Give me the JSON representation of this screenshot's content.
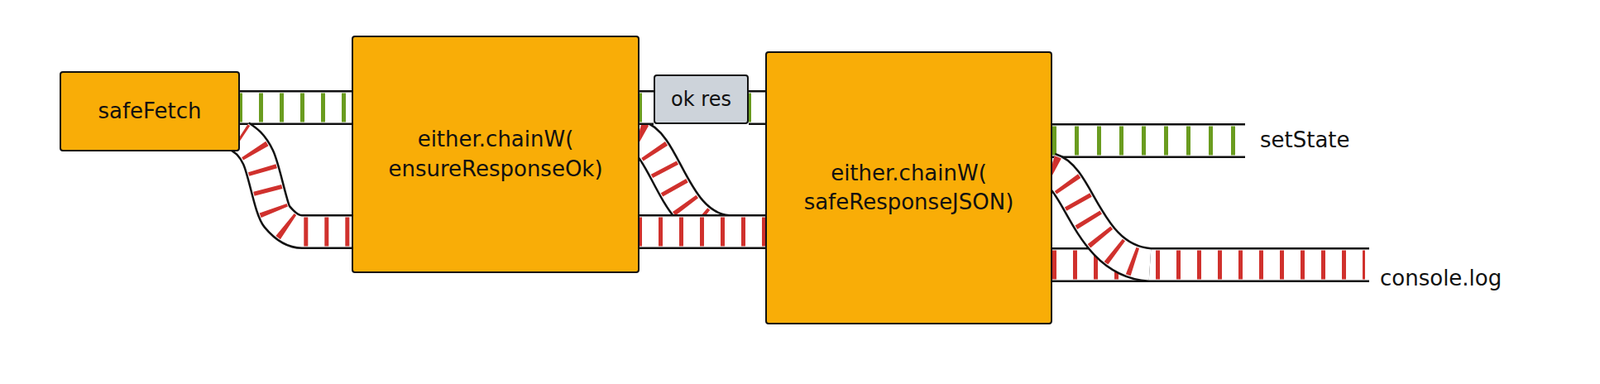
{
  "diagram": {
    "nodes": [
      {
        "text": [
          "safeFetch"
        ]
      },
      {
        "text": [
          "either.chainW( ensureResponseOk)"
        ]
      },
      {
        "text": [
          "ok res"
        ]
      },
      {
        "text": [
          "either.chainW( safeResponseJSON)"
        ]
      }
    ],
    "edges": [
      {
        "from": 0,
        "to": 1,
        "arrow": "none"
      },
      {
        "from": 0,
        "to": 1,
        "arrow": "none"
      },
      {
        "from": 1,
        "to": 2,
        "arrow": "none"
      },
      {
        "from": 2,
        "to": 3,
        "arrow": "none"
      },
      {
        "from": 1,
        "to": 3,
        "arrow": "none"
      }
    ],
    "labels": [
      "setState",
      "console.log"
    ]
  }
}
